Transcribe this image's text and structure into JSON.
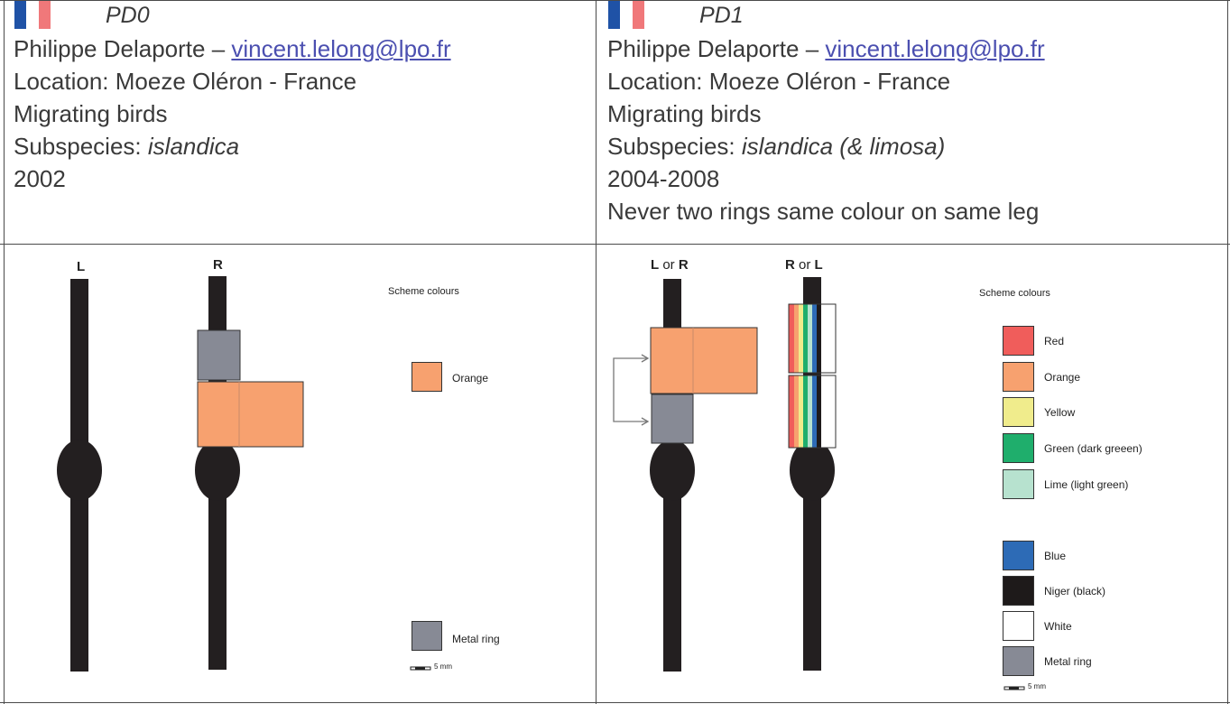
{
  "panels": [
    {
      "code": "PD0",
      "name": "Philippe Delaporte",
      "separator": "–",
      "email": "vincent.lelong@lpo.fr",
      "location": "Location: Moeze Oléron - France",
      "birds": "Migrating birds",
      "subspecies_label": "Subspecies:",
      "subspecies": "islandica",
      "years": "2002",
      "note": "",
      "diagram": {
        "left_leg_label": "L",
        "right_leg_label": "R",
        "legend_title": "Scheme colours",
        "legend": [
          {
            "label": "Orange",
            "color": "#f7a16f"
          },
          {
            "label": "Metal ring",
            "color": "#878a95"
          }
        ],
        "scale": "5 mm"
      }
    },
    {
      "code": "PD1",
      "name": "Philippe Delaporte",
      "separator": "–",
      "email": "vincent.lelong@lpo.fr",
      "location": "Location: Moeze Oléron - France",
      "birds": "Migrating birds",
      "subspecies_label": "Subspecies:",
      "subspecies": "islandica (& limosa)",
      "years": "2004-2008",
      "note": "Never two rings same colour on same leg",
      "diagram": {
        "left_leg_label_a": "L",
        "left_leg_label_or": "or",
        "left_leg_label_b": "R",
        "right_leg_label_a": "R",
        "right_leg_label_or": "or",
        "right_leg_label_b": "L",
        "legend_title": "Scheme colours",
        "legend": [
          {
            "label": "Red",
            "color": "#f05d5b"
          },
          {
            "label": "Orange",
            "color": "#f7a16f"
          },
          {
            "label": "Yellow",
            "color": "#f0ec8c"
          },
          {
            "label": "Green (dark greeen)",
            "color": "#1fae6c"
          },
          {
            "label": "Lime (light green)",
            "color": "#b7e2cf"
          },
          {
            "label": "Blue",
            "color": "#2d6bb6"
          },
          {
            "label": "Niger (black)",
            "color": "#1e1a1a"
          },
          {
            "label": "White",
            "color": "#ffffff"
          },
          {
            "label": "Metal ring",
            "color": "#878a95"
          }
        ],
        "scale": "5 mm"
      }
    }
  ],
  "colors": {
    "leg": "#231f20",
    "flag_blue": "#1f52a6",
    "flag_red": "#f0787a",
    "link": "#4b4fb0"
  }
}
